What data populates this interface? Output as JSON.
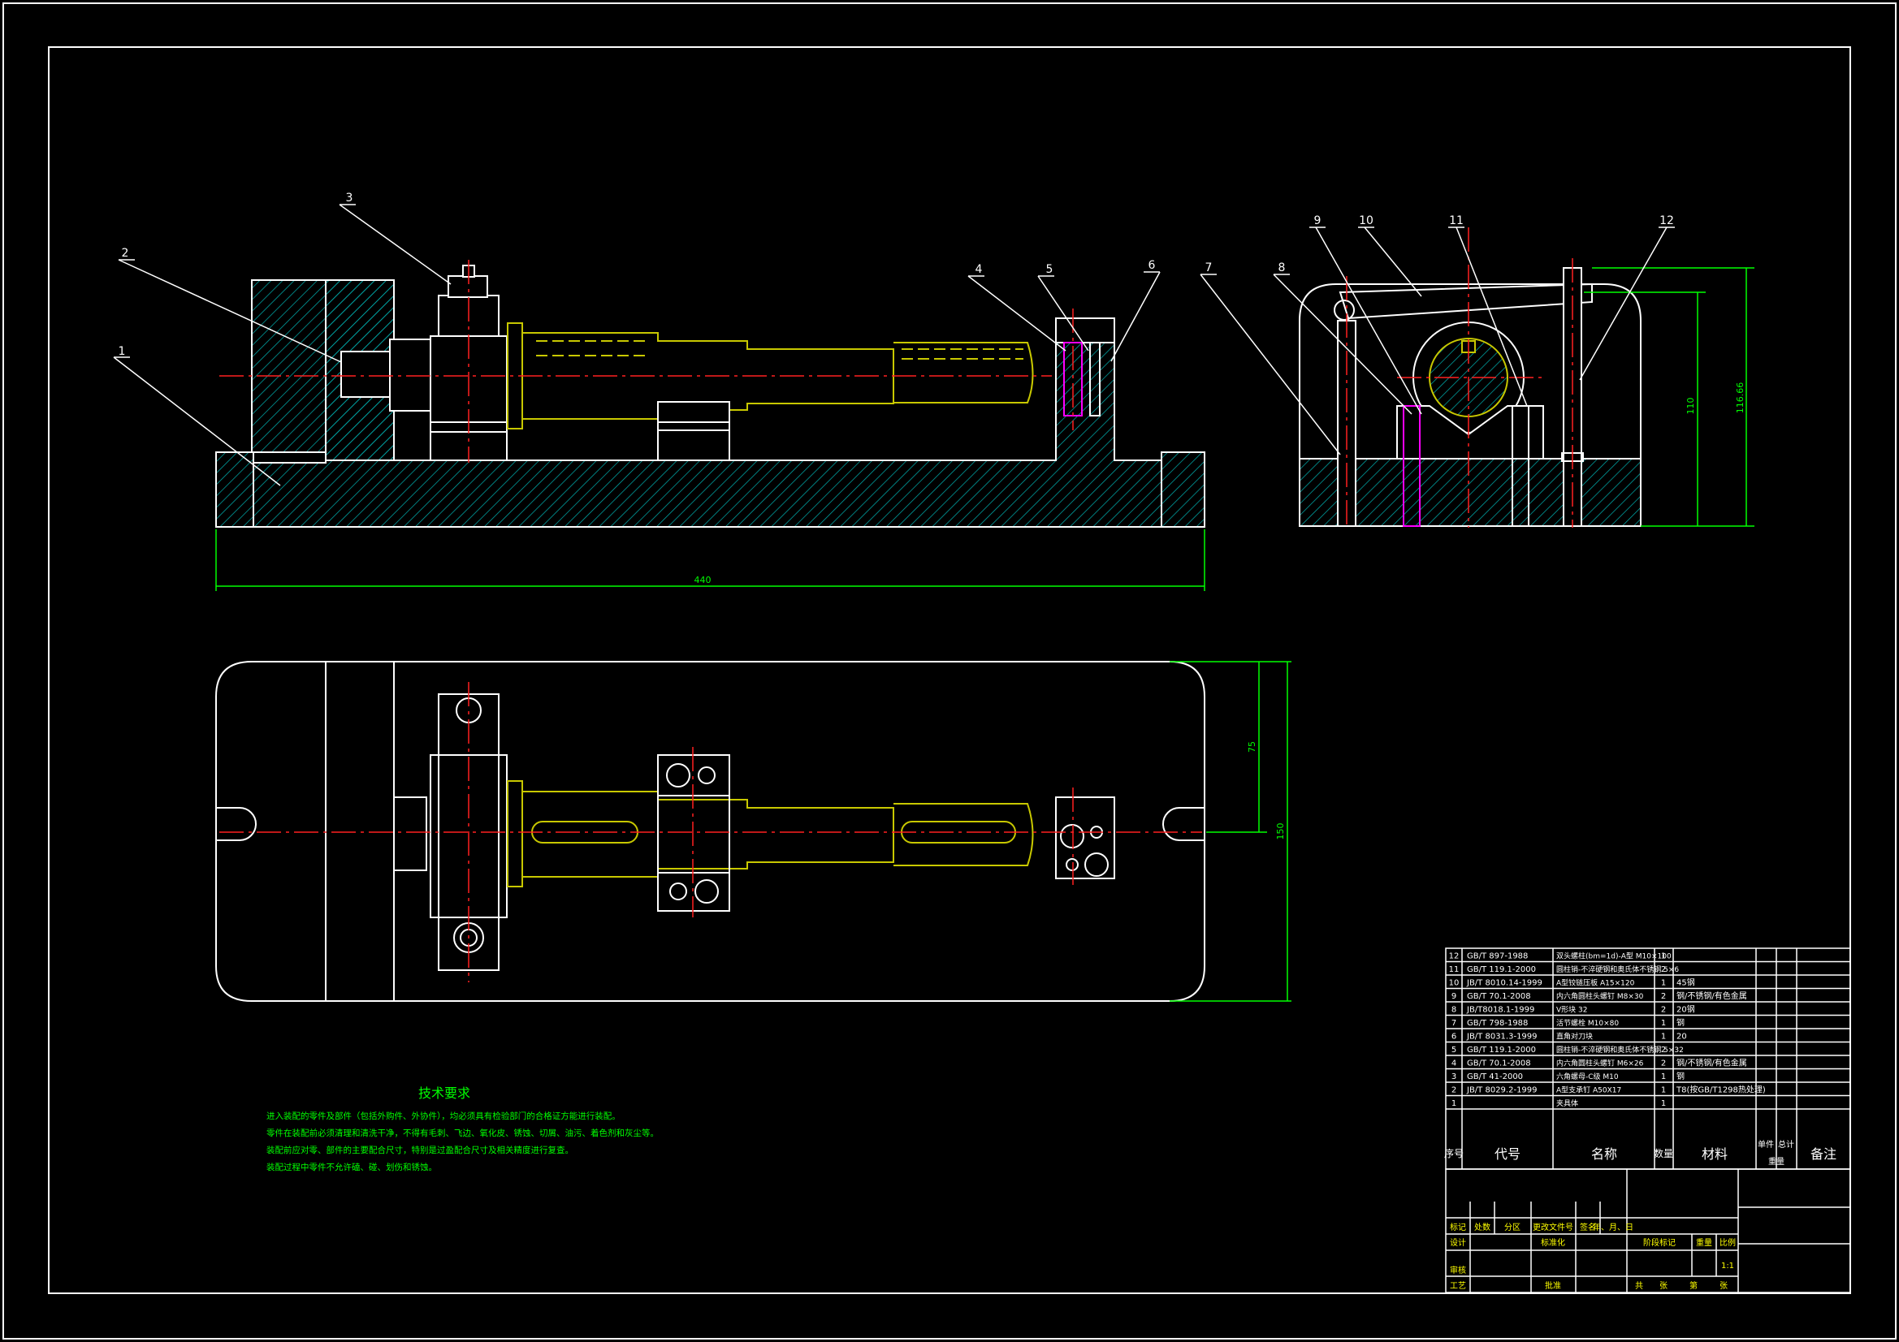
{
  "colors": {
    "background": "#000000",
    "outline": "#ffffff",
    "hatch": "#00b4b4",
    "shaft": "#c8c800",
    "centerline": "#ff2020",
    "dimension": "#00ff00",
    "hidden": "#ffff00",
    "fastener": "#ff00ff"
  },
  "balloons": [
    "1",
    "2",
    "3",
    "4",
    "5",
    "6",
    "7",
    "8",
    "9",
    "10",
    "11",
    "12"
  ],
  "dimensions": {
    "overall_length": "440",
    "side_height": "110",
    "side_height_total": "116.66",
    "plan_half_width": "75",
    "plan_width": "150"
  },
  "tech_requirements": {
    "title": "技术要求",
    "lines": [
      "进入装配的零件及部件（包括外购件、外协件），均必须具有检验部门的合格证方能进行装配。",
      "零件在装配前必须清理和清洗干净，不得有毛刺、飞边、氧化皮、锈蚀、切屑、油污、着色剂和灰尘等。",
      "装配前应对零、部件的主要配合尺寸，特别是过盈配合尺寸及相关精度进行复查。",
      "装配过程中零件不允许磕、碰、划伤和锈蚀。"
    ]
  },
  "bom": {
    "rows": [
      {
        "no": "12",
        "code": "GB/T 897-1988",
        "name": "双头螺柱(bm=1d)-A型 M10×100",
        "qty": "1",
        "material": "",
        "note": ""
      },
      {
        "no": "11",
        "code": "GB/T 119.1-2000",
        "name": "圆柱销-不淬硬钢和奥氏体不锈钢 5×6",
        "qty": "2",
        "material": "",
        "note": ""
      },
      {
        "no": "10",
        "code": "JB/T 8010.14-1999",
        "name": "A型铰链压板 A15×120",
        "qty": "1",
        "material": "45钢",
        "note": ""
      },
      {
        "no": "9",
        "code": "GB/T 70.1-2008",
        "name": "内六角圆柱头螺钉 M8×30",
        "qty": "2",
        "material": "钢/不锈钢/有色金属",
        "note": ""
      },
      {
        "no": "8",
        "code": "JB/T8018.1-1999",
        "name": "V形块 32",
        "qty": "2",
        "material": "20钢",
        "note": ""
      },
      {
        "no": "7",
        "code": "GB/T 798-1988",
        "name": "活节螺栓 M10×80",
        "qty": "1",
        "material": "钢",
        "note": ""
      },
      {
        "no": "6",
        "code": "JB/T 8031.3-1999",
        "name": "直角对刀块",
        "qty": "1",
        "material": "20",
        "note": ""
      },
      {
        "no": "5",
        "code": "GB/T 119.1-2000",
        "name": "圆柱销-不淬硬钢和奥氏体不锈钢 5×32",
        "qty": "2",
        "material": "",
        "note": ""
      },
      {
        "no": "4",
        "code": "GB/T 70.1-2008",
        "name": "内六角圆柱头螺钉 M6×26",
        "qty": "2",
        "material": "钢/不锈钢/有色金属",
        "note": ""
      },
      {
        "no": "3",
        "code": "GB/T 41-2000",
        "name": "六角螺母-C级 M10",
        "qty": "1",
        "material": "钢",
        "note": ""
      },
      {
        "no": "2",
        "code": "JB/T 8029.2-1999",
        "name": "A型支承钉 A50X17",
        "qty": "1",
        "material": "T8(按GB/T1298热处理)",
        "note": ""
      },
      {
        "no": "1",
        "code": "",
        "name": "夹具体",
        "qty": "1",
        "material": "",
        "note": ""
      }
    ],
    "header": {
      "no": "序号",
      "code": "代号",
      "name": "名称",
      "qty": "数量",
      "material": "材料",
      "unit_weight": "单件",
      "total_weight": "总计",
      "weight": "重量",
      "note": "备注"
    }
  },
  "title_block": {
    "row_labels": [
      "标记",
      "处数",
      "分区",
      "更改文件号",
      "签名",
      "年、月、日"
    ],
    "design": "设计",
    "standardize": "标准化",
    "stage_mark": "阶段标记",
    "weight": "重量",
    "scale_label": "比例",
    "scale": "1:1",
    "review": "审核",
    "process": "工艺",
    "approve": "批准",
    "total": "共",
    "sheets": "张",
    "sheet_no": "第",
    "sheet_unit": "张"
  }
}
